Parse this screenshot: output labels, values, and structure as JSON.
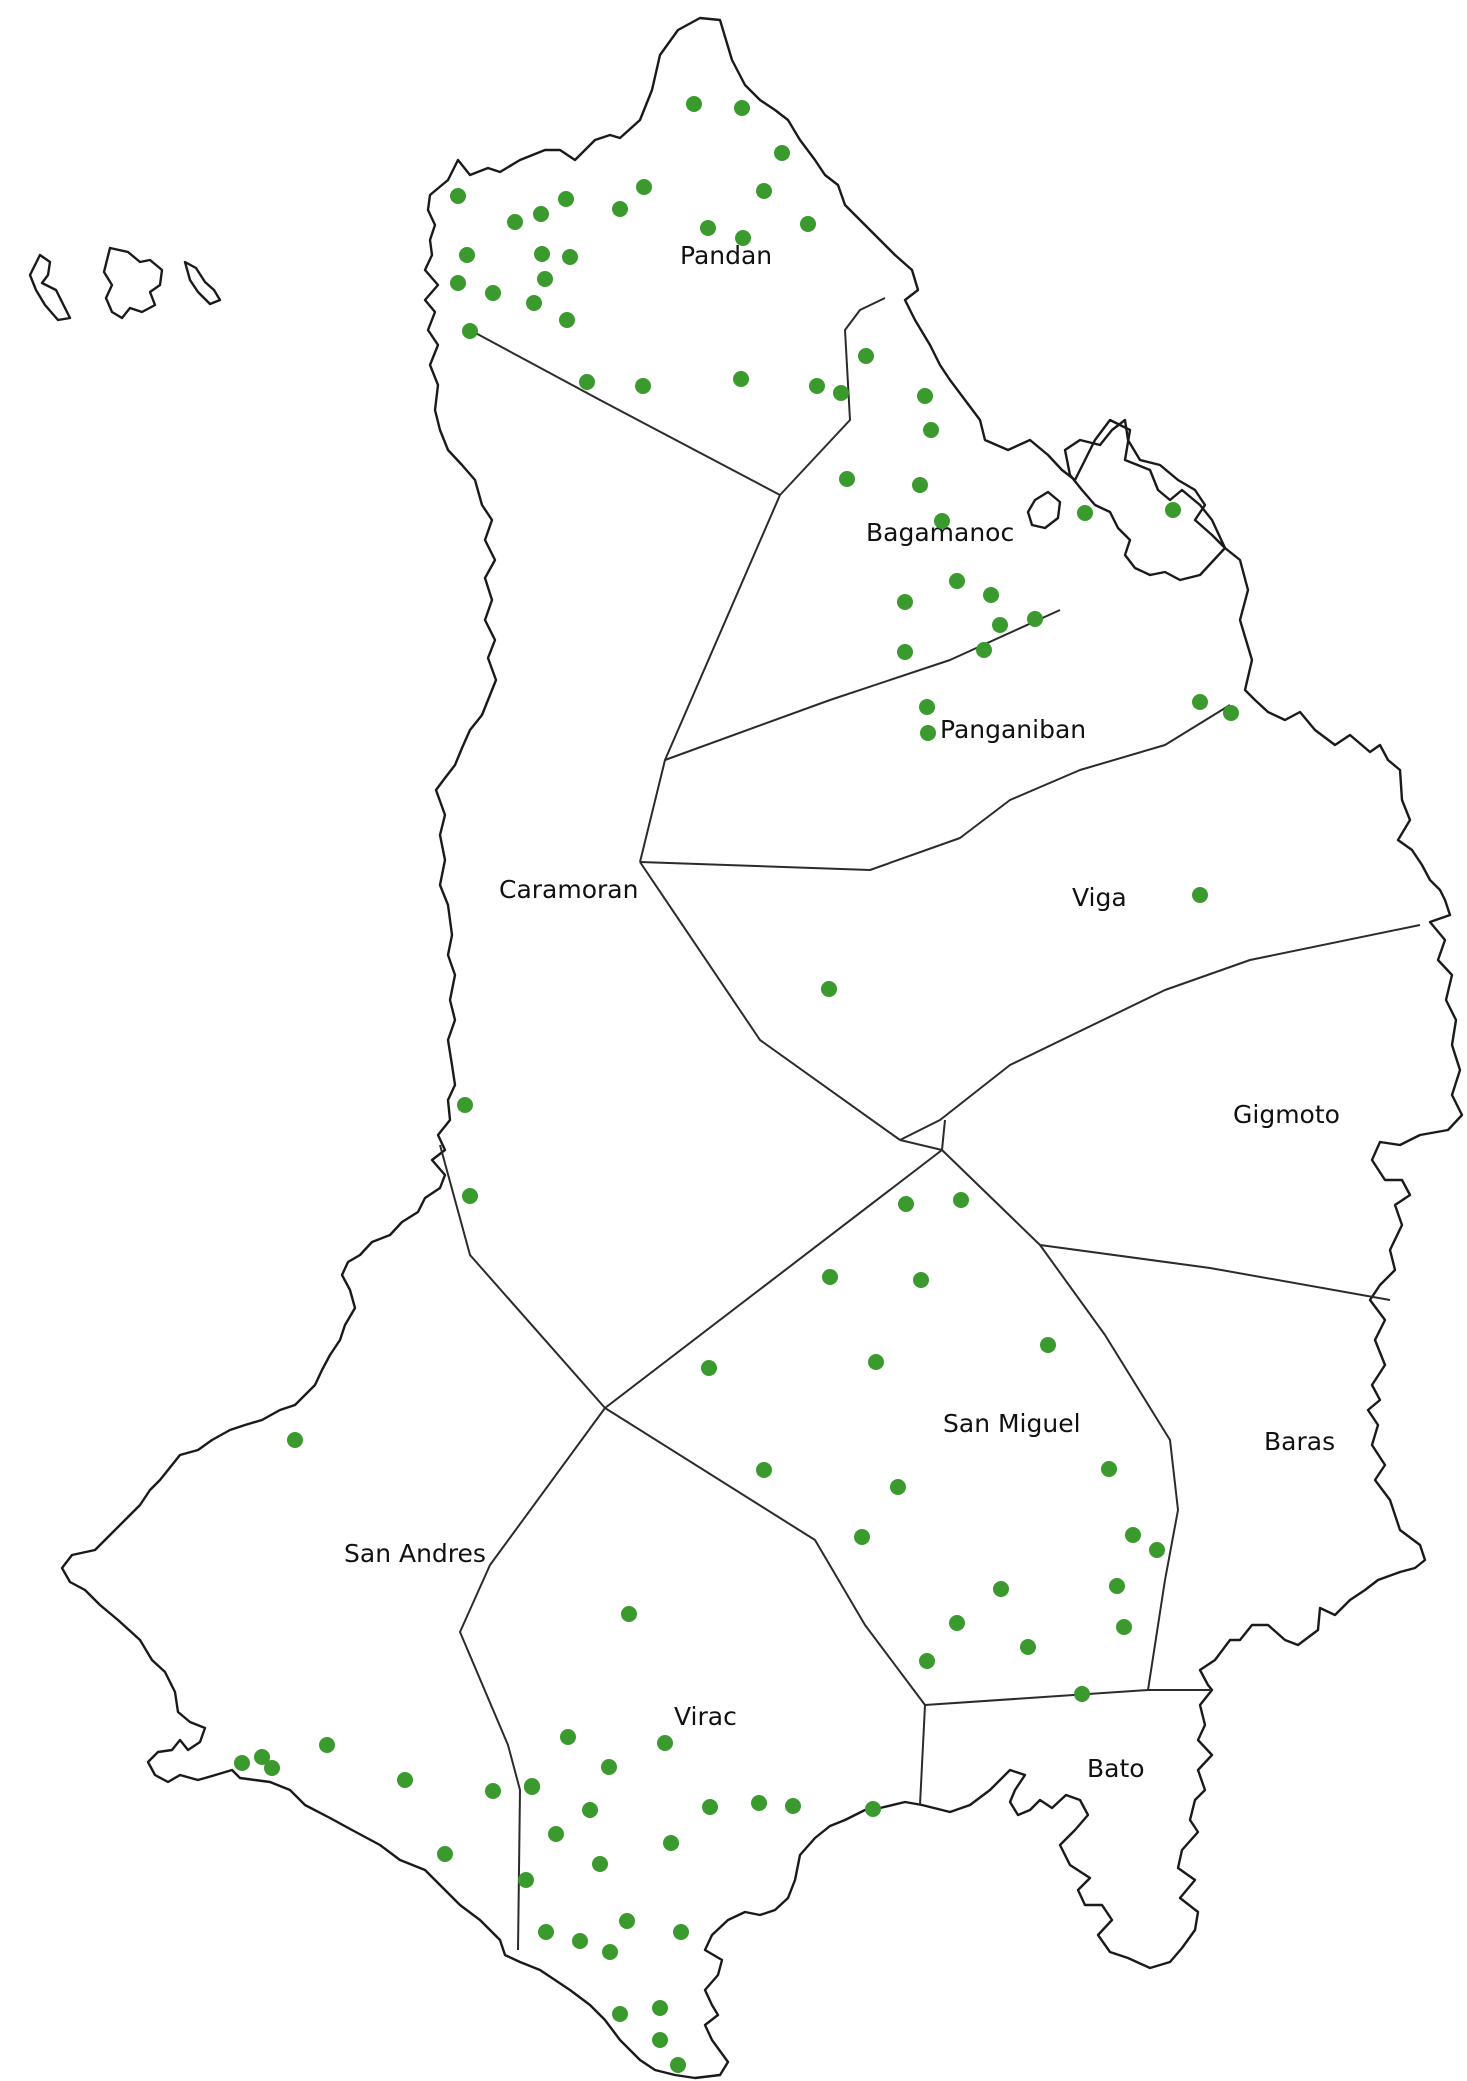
{
  "map": {
    "point_color": "#3a9a2e",
    "line_color": "#2b2b2b",
    "municipalities": [
      {
        "id": "pandan",
        "name": "Pandan"
      },
      {
        "id": "bagamanoc",
        "name": "Bagamanoc"
      },
      {
        "id": "panganiban",
        "name": "Panganiban"
      },
      {
        "id": "caramoran",
        "name": "Caramoran"
      },
      {
        "id": "viga",
        "name": "Viga"
      },
      {
        "id": "gigmoto",
        "name": "Gigmoto"
      },
      {
        "id": "san-miguel",
        "name": "San Miguel"
      },
      {
        "id": "baras",
        "name": "Baras"
      },
      {
        "id": "san-andres",
        "name": "San Andres"
      },
      {
        "id": "virac",
        "name": "Virac"
      },
      {
        "id": "bato",
        "name": "Bato"
      }
    ]
  }
}
